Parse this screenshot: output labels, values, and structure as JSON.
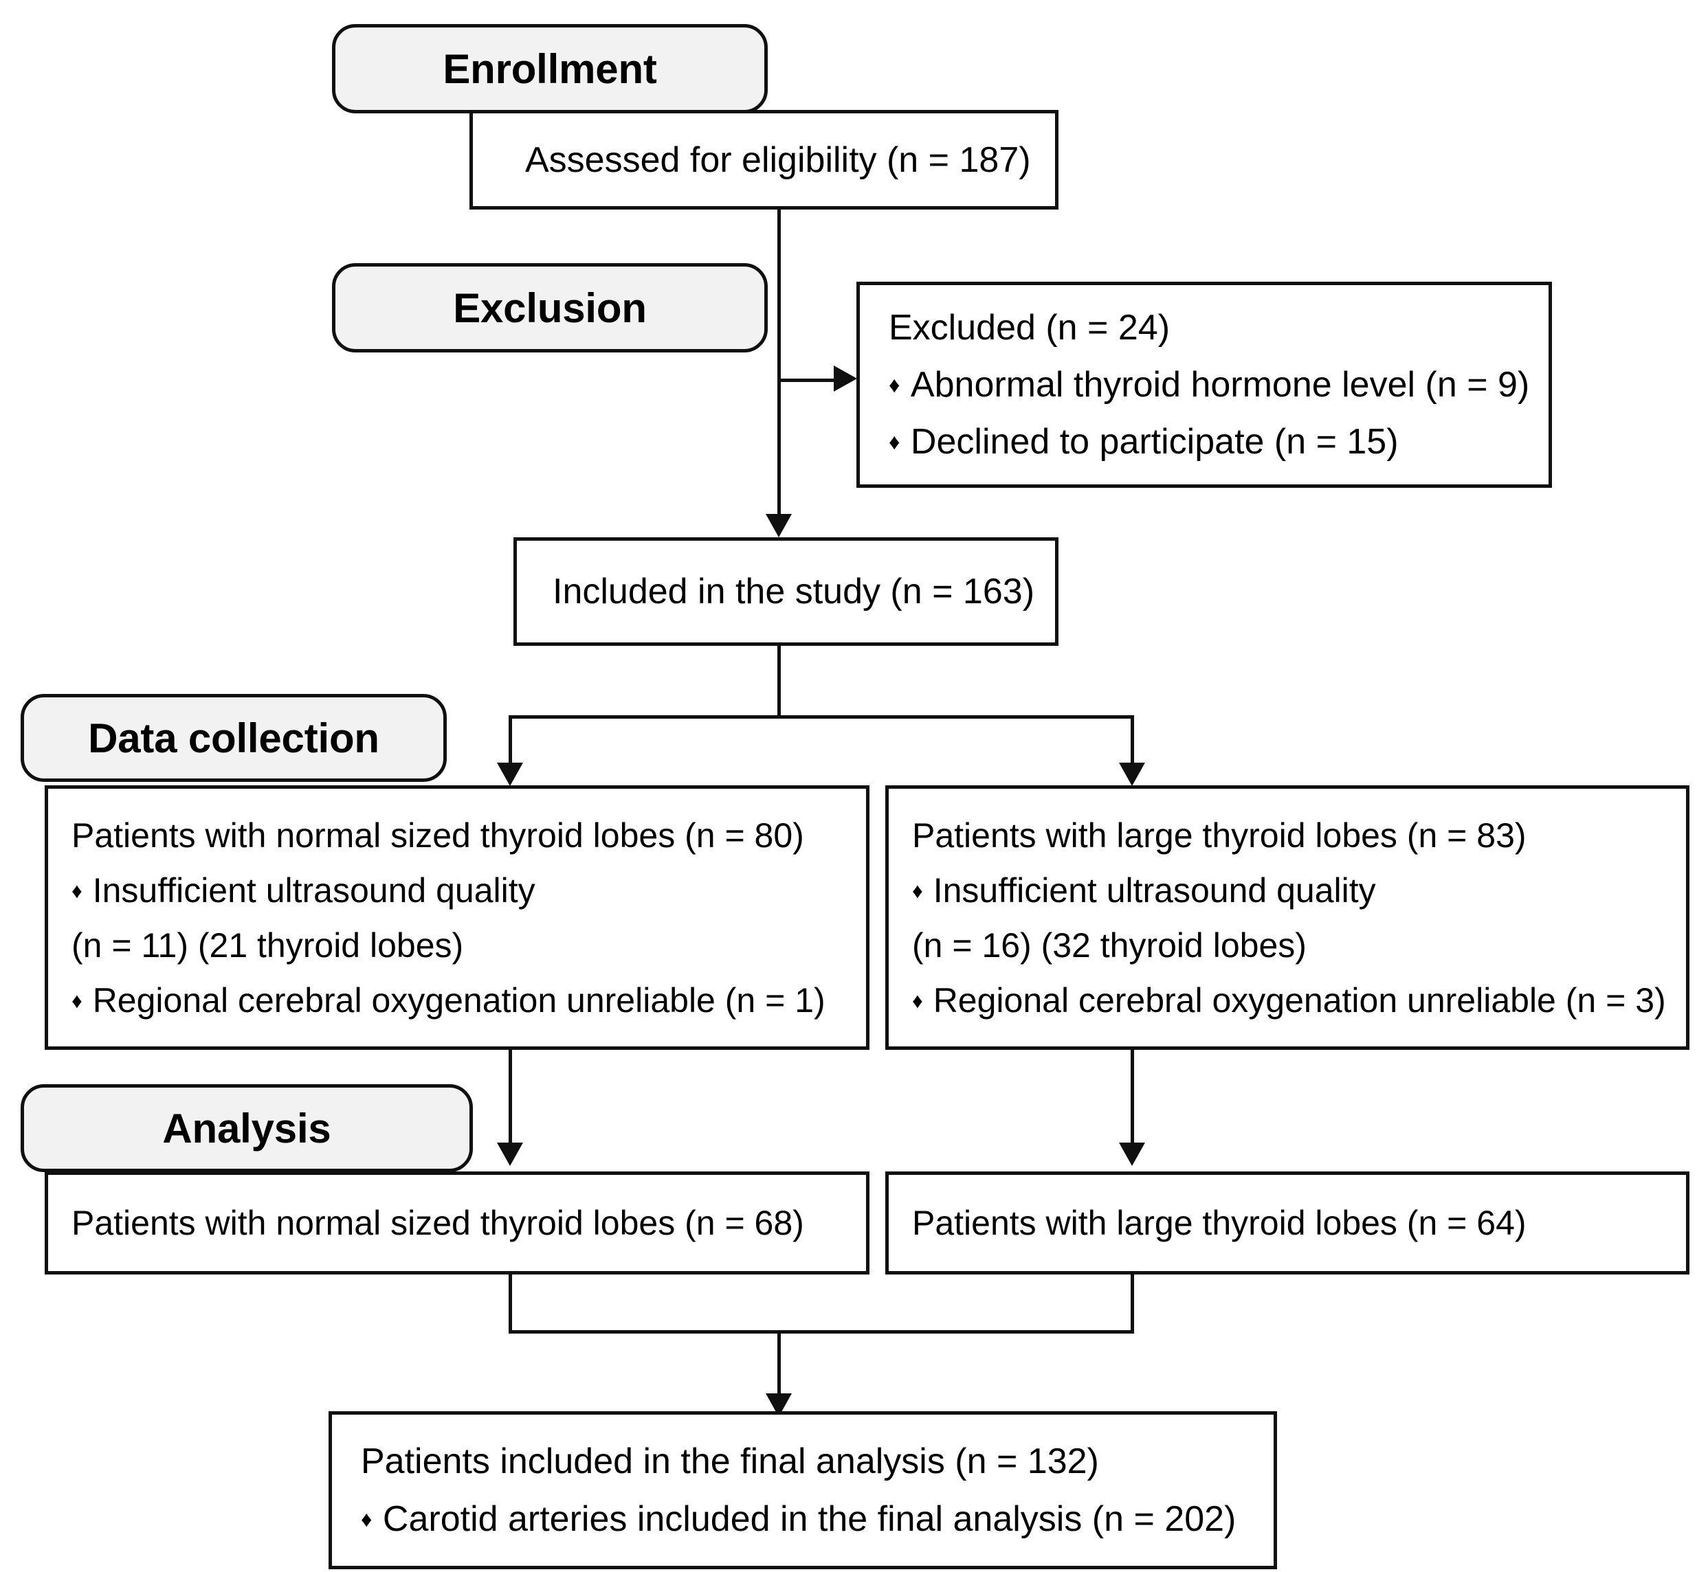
{
  "diagram": {
    "type": "CONSORT-style participant flow diagram",
    "stages": [
      {
        "id": "enrollment",
        "label": "Enrollment"
      },
      {
        "id": "exclusion",
        "label": "Exclusion"
      },
      {
        "id": "data_collection",
        "label": "Data collection"
      },
      {
        "id": "analysis",
        "label": "Analysis"
      }
    ],
    "nodes": {
      "assessed": {
        "lines": [
          {
            "text": "Assessed for eligibility (n = 187)",
            "bullet": false
          }
        ]
      },
      "excluded": {
        "lines": [
          {
            "text": "Excluded (n = 24)",
            "bullet": false
          },
          {
            "text": "Abnormal thyroid hormone level (n = 9)",
            "bullet": true
          },
          {
            "text": "Declined to participate (n = 15)",
            "bullet": true
          }
        ]
      },
      "included": {
        "lines": [
          {
            "text": "Included in the study (n = 163)",
            "bullet": false
          }
        ]
      },
      "collect_normal": {
        "lines": [
          {
            "text": "Patients with normal sized thyroid lobes (n = 80)",
            "bullet": false
          },
          {
            "text": "Insufficient ultrasound quality",
            "bullet": true
          },
          {
            "text": "(n = 11) (21 thyroid lobes)",
            "bullet": false
          },
          {
            "text": "Regional cerebral oxygenation unreliable (n = 1)",
            "bullet": true
          }
        ]
      },
      "collect_large": {
        "lines": [
          {
            "text": "Patients with large thyroid lobes (n = 83)",
            "bullet": false
          },
          {
            "text": "Insufficient ultrasound quality",
            "bullet": true
          },
          {
            "text": "(n = 16) (32 thyroid lobes)",
            "bullet": false
          },
          {
            "text": "Regional cerebral oxygenation unreliable (n = 3)",
            "bullet": true
          }
        ]
      },
      "analysis_normal": {
        "lines": [
          {
            "text": "Patients with normal sized thyroid lobes (n = 68)",
            "bullet": false
          }
        ]
      },
      "analysis_large": {
        "lines": [
          {
            "text": "Patients with large thyroid lobes (n = 64)",
            "bullet": false
          }
        ]
      },
      "final": {
        "lines": [
          {
            "text": "Patients included in the final analysis (n = 132)",
            "bullet": false
          },
          {
            "text": "Carotid arteries included in the final analysis (n = 202)",
            "bullet": true
          }
        ]
      }
    },
    "counts": {
      "assessed_for_eligibility": 187,
      "excluded_total": 24,
      "excluded_abnormal_thyroid_hormone": 9,
      "excluded_declined": 15,
      "included_in_study": 163,
      "collected_normal_lobes": 80,
      "collected_large_lobes": 83,
      "normal_insufficient_us_patients": 11,
      "normal_insufficient_us_lobes": 21,
      "normal_rso2_unreliable": 1,
      "large_insufficient_us_patients": 16,
      "large_insufficient_us_lobes": 32,
      "large_rso2_unreliable": 3,
      "analysis_normal_lobes": 68,
      "analysis_large_lobes": 64,
      "final_patients": 132,
      "final_carotid_arteries": 202
    },
    "bullet_glyph": "♦",
    "colors": {
      "stroke": "#101010",
      "pill_fill": "#f2f2f2",
      "box_fill": "#ffffff",
      "text": "#000000",
      "background": "#ffffff"
    }
  }
}
